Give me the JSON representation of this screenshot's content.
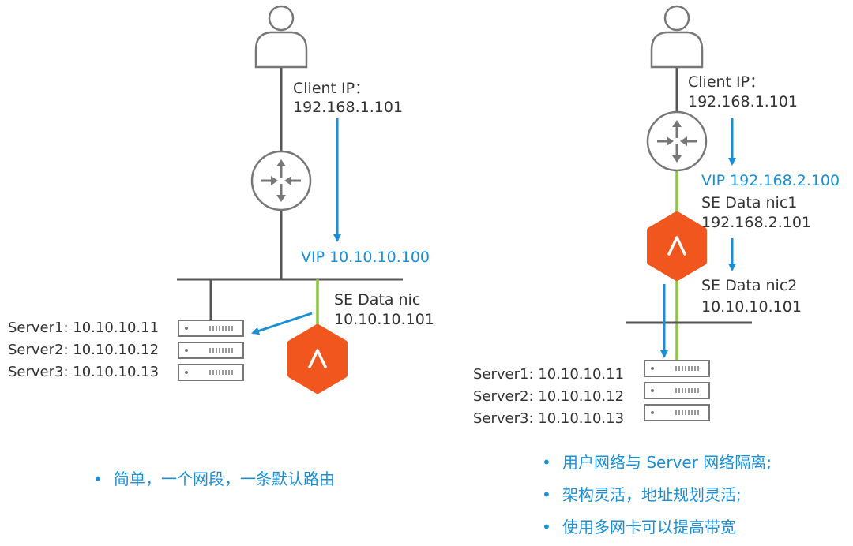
{
  "left": {
    "client_ip_label": "Client IP：",
    "client_ip": "192.168.1.101",
    "vip": "VIP 10.10.10.100",
    "se_nic_label": "SE Data nic",
    "se_nic_ip": "10.10.10.101",
    "servers": [
      "Server1: 10.10.10.11",
      "Server2: 10.10.10.12",
      "Server3: 10.10.10.13"
    ],
    "bullets": [
      "简单，一个网段，一条默认路由"
    ]
  },
  "right": {
    "client_ip_label": "Client IP：",
    "client_ip": "192.168.1.101",
    "vip": "VIP 192.168.2.100",
    "se_nic1_label": "SE Data nic1",
    "se_nic1_ip": "192.168.2.101",
    "se_nic2_label": "SE Data nic2",
    "se_nic2_ip": "10.10.10.101",
    "servers": [
      "Server1: 10.10.10.11",
      "Server2: 10.10.10.12",
      "Server3: 10.10.10.13"
    ],
    "bullets": [
      "用户网络与 Server 网络隔离;",
      "架构灵活，地址规划灵活;",
      "使用多网卡可以提高带宽"
    ]
  },
  "colors": {
    "flow_arrow": "#1a8fd6",
    "se_link": "#8dc63f",
    "se_icon": "#f0561e",
    "line": "#555555"
  },
  "icons": {
    "client": "user-icon",
    "router": "router-icon",
    "service_engine": "avi-se-icon",
    "server": "server-icon"
  }
}
